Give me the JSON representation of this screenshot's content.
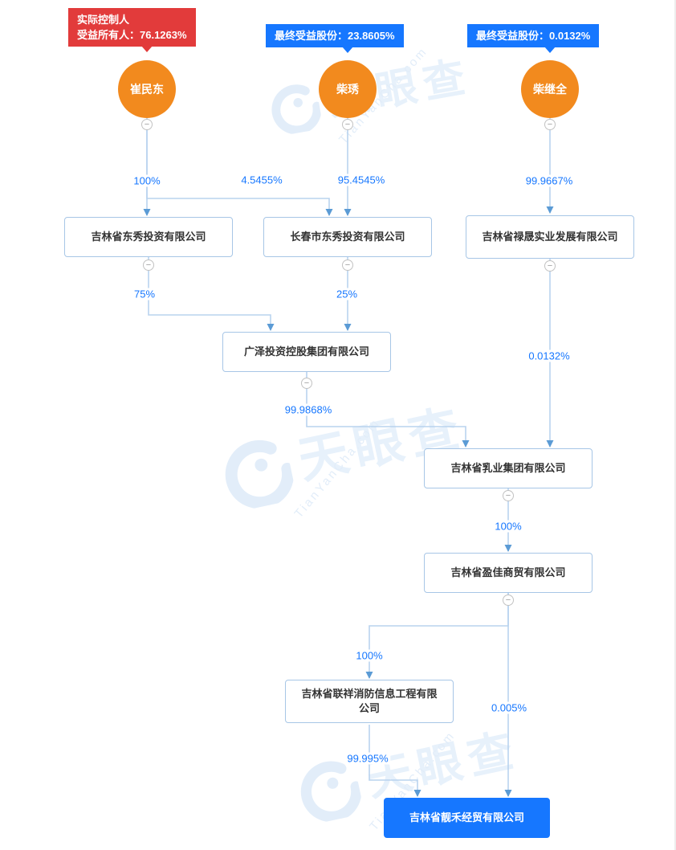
{
  "brand": {
    "name": "天眼查",
    "domain": "TianYanCha.com"
  },
  "colors": {
    "accent_blue": "#1677ff",
    "badge_red": "#e23b3b",
    "node_orange": "#f28a1e",
    "edge_line": "#b9d3ee",
    "arrow_head": "#5b9bd5",
    "company_text": "#333333"
  },
  "icons": {
    "collapse": "−"
  },
  "badges": [
    {
      "type": "actual-controller",
      "lines": [
        "实际控制人",
        "受益所有人：76.1263%"
      ]
    },
    {
      "type": "ultimate-beneficial-share",
      "lines": [
        "最终受益股份：23.8605%"
      ]
    },
    {
      "type": "ultimate-beneficial-share",
      "lines": [
        "最终受益股份：0.0132%"
      ]
    }
  ],
  "persons": [
    {
      "name": "崔民东"
    },
    {
      "name": "柴琇"
    },
    {
      "name": "柴继全"
    }
  ],
  "companies": [
    {
      "name": "吉林省东秀投资有限公司"
    },
    {
      "name": "长春市东秀投资有限公司"
    },
    {
      "name": "吉林省禄晟实业发展有限公司"
    },
    {
      "name": "广泽投资控股集团有限公司"
    },
    {
      "name": "吉林省乳业集团有限公司"
    },
    {
      "name": "吉林省盈佳商贸有限公司"
    },
    {
      "name": "吉林省联祥消防信息工程有限公司"
    },
    {
      "name": "吉林省靓禾经贸有限公司"
    }
  ],
  "edges": [
    {
      "from": "崔民东",
      "to": "吉林省东秀投资有限公司",
      "percent": "100%"
    },
    {
      "from": "崔民东",
      "to": "长春市东秀投资有限公司",
      "percent": "4.5455%"
    },
    {
      "from": "柴琇",
      "to": "长春市东秀投资有限公司",
      "percent": "95.4545%"
    },
    {
      "from": "柴继全",
      "to": "吉林省禄晟实业发展有限公司",
      "percent": "99.9667%"
    },
    {
      "from": "吉林省东秀投资有限公司",
      "to": "广泽投资控股集团有限公司",
      "percent": "75%"
    },
    {
      "from": "长春市东秀投资有限公司",
      "to": "广泽投资控股集团有限公司",
      "percent": "25%"
    },
    {
      "from": "广泽投资控股集团有限公司",
      "to": "吉林省乳业集团有限公司",
      "percent": "99.9868%"
    },
    {
      "from": "吉林省禄晟实业发展有限公司",
      "to": "吉林省乳业集团有限公司",
      "percent": "0.0132%"
    },
    {
      "from": "吉林省乳业集团有限公司",
      "to": "吉林省盈佳商贸有限公司",
      "percent": "100%"
    },
    {
      "from": "吉林省盈佳商贸有限公司",
      "to": "吉林省联祥消防信息工程有限公司",
      "percent": "100%"
    },
    {
      "from": "吉林省盈佳商贸有限公司",
      "to": "吉林省靓禾经贸有限公司",
      "percent": "0.005%"
    },
    {
      "from": "吉林省联祥消防信息工程有限公司",
      "to": "吉林省靓禾经贸有限公司",
      "percent": "99.995%"
    }
  ]
}
